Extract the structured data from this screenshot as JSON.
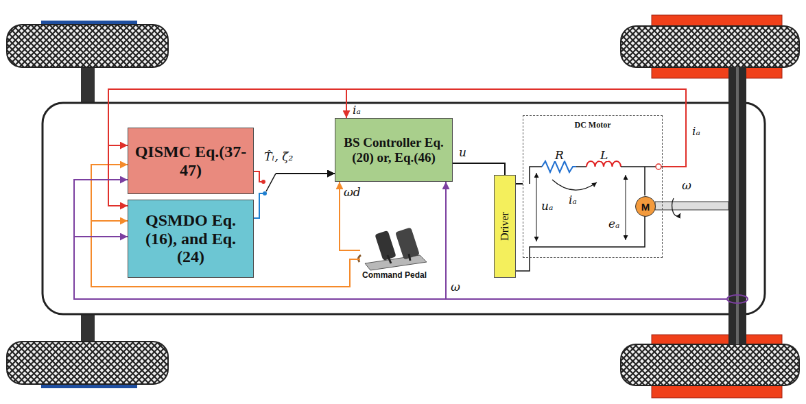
{
  "diagram": {
    "nodes": [
      {
        "text": [
          "QISMC Eq.(37-47)"
        ]
      },
      {
        "text": [
          "QSMDO Eq.(16), and Eq.(24)"
        ]
      },
      {
        "text": [
          "BS Controller Eq.(20) or, Eq.(46)"
        ]
      },
      {
        "text": [
          "Driver"
        ]
      },
      {
        "text": [
          "DC Motor"
        ]
      },
      {
        "text": [
          "M"
        ],
        "in": 4
      },
      {
        "text": [
          "Command Pedal"
        ]
      }
    ],
    "edges": [
      {
        "from": 0,
        "to": 2,
        "arrow": "to"
      },
      {
        "from": 1,
        "to": 2,
        "arrow": "to"
      },
      {
        "from": 2,
        "to": 3,
        "arrow": "none",
        "label": "u"
      },
      {
        "from": 3,
        "to": 4,
        "arrow": "none"
      },
      {
        "from": 6,
        "to": 2,
        "arrow": "to",
        "label": "ωd"
      },
      {
        "from": 6,
        "to": 0,
        "arrow": "to"
      },
      {
        "from": 6,
        "to": 1,
        "arrow": "to"
      },
      {
        "from": 4,
        "to": 2,
        "arrow": "to",
        "label": "iₐ"
      },
      {
        "from": 4,
        "to": 0,
        "arrow": "to"
      },
      {
        "from": 4,
        "to": 1,
        "arrow": "to"
      },
      {
        "from": 5,
        "to": 2,
        "arrow": "to",
        "label": "ω"
      },
      {
        "from": 5,
        "to": 0,
        "arrow": "to"
      },
      {
        "from": 5,
        "to": 1,
        "arrow": "to"
      }
    ],
    "labels": [
      "T̂ₗ, ζ̂₂",
      "R",
      "L",
      "iₐ",
      "uₐ",
      "eₐ",
      "iₐ",
      "ω"
    ]
  }
}
